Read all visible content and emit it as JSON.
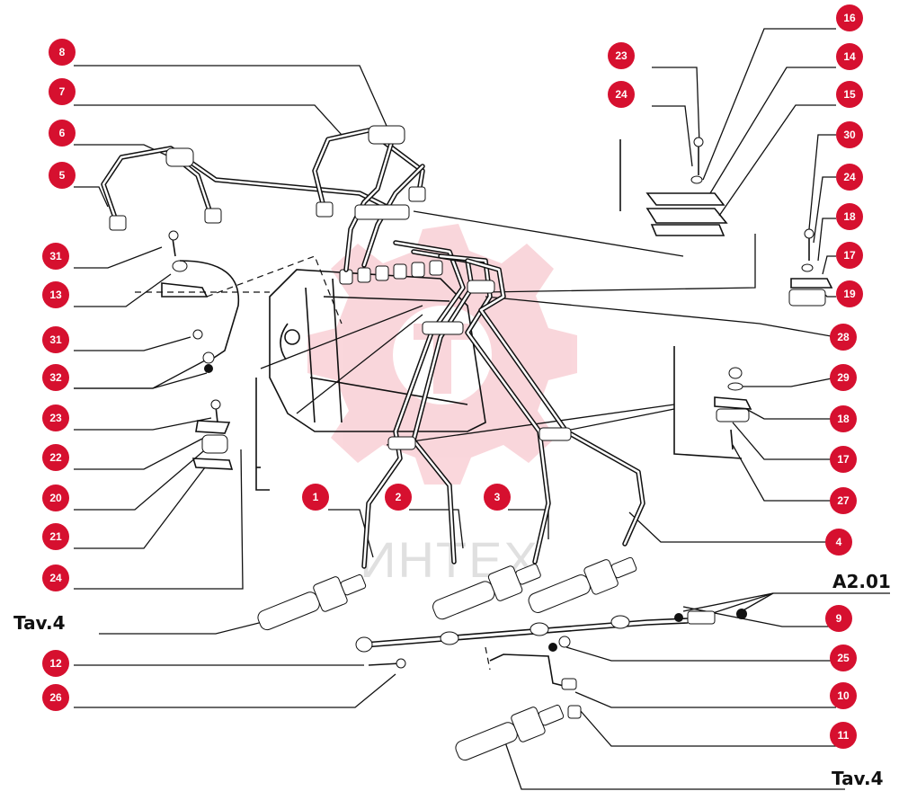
{
  "diagram": {
    "part_numbers": {
      "p8": "8",
      "p7": "7",
      "p6": "6",
      "p5": "5",
      "p31a": "31",
      "p13": "13",
      "p31b": "31",
      "p32": "32",
      "p23a": "23",
      "p22": "22",
      "p20": "20",
      "p21": "21",
      "p24a": "24",
      "p12": "12",
      "p26": "26",
      "p1": "1",
      "p2": "2",
      "p3": "3",
      "p23b": "23",
      "p24b": "24",
      "p16": "16",
      "p14": "14",
      "p15": "15",
      "p30": "30",
      "p24c": "24",
      "p18a": "18",
      "p17a": "17",
      "p19": "19",
      "p28": "28",
      "p29": "29",
      "p18b": "18",
      "p17b": "17",
      "p27": "27",
      "p4": "4",
      "p9": "9",
      "p25": "25",
      "p10": "10",
      "p11": "11"
    },
    "references": {
      "tav_left": "Tav.4",
      "tav_bottom": "Tav.4",
      "a201": "A2.01"
    },
    "watermark": "ИНТЕХ",
    "colors": {
      "badge": "#d6102f",
      "badge_text": "#ffffff",
      "line": "#111111",
      "watermark": "#e84a5f"
    }
  }
}
